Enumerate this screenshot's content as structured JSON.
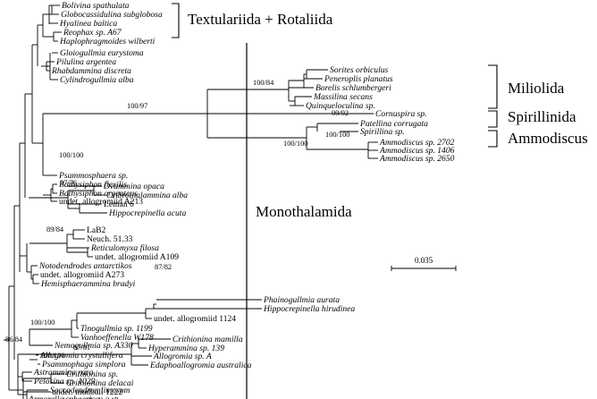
{
  "tree": {
    "tips": [
      {
        "label": "Bolivina spathulata",
        "italic": true
      },
      {
        "label": "Globocassidulina subglobosa",
        "italic": true
      },
      {
        "label": "Hyalinea baltica",
        "italic": true
      },
      {
        "label": "Reophax sp. A67",
        "italic": true
      },
      {
        "label": "Haplophragmoides wilberti",
        "italic": true
      },
      {
        "label": "Gloiogullmia eurystoma",
        "italic": true
      },
      {
        "label": "Pilulina argentea",
        "italic": true
      },
      {
        "label": "Rhabdammina discreta",
        "italic": true
      },
      {
        "label": "Cylindrogullmia alba",
        "italic": true
      },
      {
        "label": "Sorites orbiculus",
        "italic": true
      },
      {
        "label": "Peneroplis planatus",
        "italic": true
      },
      {
        "label": "Borelis schlumbergeri",
        "italic": true
      },
      {
        "label": "Massilina secans",
        "italic": true
      },
      {
        "label": "Quinqueloculina sp.",
        "italic": true
      },
      {
        "label": "Cornuspira sp.",
        "italic": true
      },
      {
        "label": "Patellina corrugata",
        "italic": true
      },
      {
        "label": "Spirillina sp.",
        "italic": true
      },
      {
        "label": "Ammodiscus sp. 2702",
        "italic": true
      },
      {
        "label": "Ammodiscus sp. 1406",
        "italic": true
      },
      {
        "label": "Ammodiscus sp. 2650",
        "italic": true
      },
      {
        "label": "Psammosphaera sp.",
        "italic": true
      },
      {
        "label": "Bathysiphon flexilis",
        "italic": true
      },
      {
        "label": "Bathysiphon argenteus",
        "italic": true
      },
      {
        "label": "undet. allogromiid A213",
        "italic": false
      },
      {
        "label": "Ovammina opaca",
        "italic": true
      },
      {
        "label": "Cribrothalammina alba",
        "italic": true
      },
      {
        "label": "Leman 6",
        "italic": false
      },
      {
        "label": "Hippocrepinella acuta",
        "italic": true
      },
      {
        "label": "LaB2",
        "italic": false
      },
      {
        "label": "Neuch. 51.33",
        "italic": false
      },
      {
        "label": "Reticulomyxa filosa",
        "italic": true
      },
      {
        "label": "undet. allogromiid A109",
        "italic": false
      },
      {
        "label": "Notodendrodes antarctikos",
        "italic": true
      },
      {
        "label": "undet. allogromiid A273",
        "italic": false
      },
      {
        "label": "Hemisphaerammina bradyi",
        "italic": true
      },
      {
        "label": "Phainogullmia aurata",
        "italic": true
      },
      {
        "label": "Hippocrepinella hirudinea",
        "italic": true
      },
      {
        "label": "undet. allogromiid 1124",
        "italic": false
      },
      {
        "label": "Tinogullmia sp. 1199",
        "italic": true
      },
      {
        "label": "Vanhoeffenella W178",
        "italic": true
      },
      {
        "label": "Nemogullmia sp. A330",
        "italic": true
      },
      {
        "label": "Allogromia crystallifera",
        "italic": true
      },
      {
        "label": "Psammophaga simplora",
        "italic": true
      },
      {
        "label": "Crithionina sp.",
        "italic": true
      },
      {
        "label": "Crithionina delacai",
        "italic": true
      },
      {
        "label": "undet. mudball 1222",
        "italic": false
      },
      {
        "label": "undet. mudball 347",
        "italic": false
      },
      {
        "label": "Crithionina mamilla",
        "italic": true
      },
      {
        "label": "Hyperammina sp. 139",
        "italic": true
      },
      {
        "label": "Allogromia sp. A",
        "italic": true
      },
      {
        "label": "Edaphoallogromia australica",
        "italic": true
      },
      {
        "label": "Astrammina rara",
        "italic": true
      },
      {
        "label": "Pelosina sp. 1029",
        "italic": true
      },
      {
        "label": "Saccodendron limosum",
        "italic": true
      },
      {
        "label": "Armorella sphaerica",
        "italic": true
      }
    ],
    "bootstrap": [
      "100/84",
      "100/97",
      "99/92",
      "100/100",
      "100/100",
      "100/100",
      "97/76",
      "89/84",
      "87/82",
      "100/100",
      "86/84",
      "87/81",
      "100/100"
    ],
    "groups": [
      "Textulariida + Rotaliida",
      "Miliolida",
      "Spirillinida",
      "Ammodiscus",
      "Monothalamida"
    ],
    "scale_bar": "0.035"
  }
}
